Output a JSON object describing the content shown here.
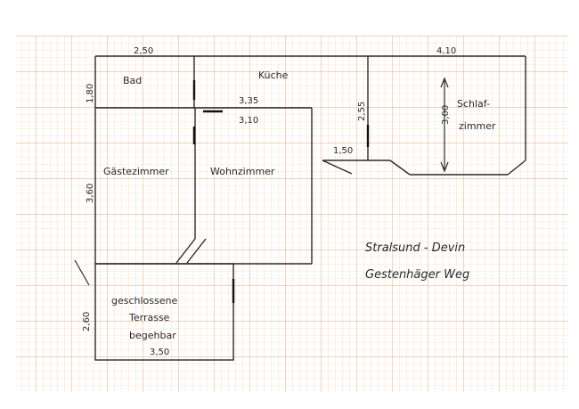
{
  "plan": {
    "rooms": {
      "bad": "Bad",
      "kueche": "Küche",
      "schlafzimmer_line1": "Schlaf-",
      "schlafzimmer_line2": "zimmer",
      "gaestezimmer": "Gästezimmer",
      "wohnzimmer": "Wohnzimmer",
      "terrasse_line1": "geschlossene",
      "terrasse_line2": "Terrasse",
      "terrasse_line3": "begehbar"
    },
    "dimensions": {
      "top_left_width": "2,50",
      "top_right_width": "4,10",
      "bad_height": "1,80",
      "wohn_width_upper": "3,35",
      "wohn_width_lower": "3,10",
      "kueche_height": "2,55",
      "schlaf_height": "3,00",
      "passage_width": "1,50",
      "gaeste_height": "3,60",
      "terrasse_height": "2,60",
      "terrasse_width": "3,50"
    },
    "notes": {
      "line1": "Stralsund - Devin",
      "line2": "Gestenhäger Weg"
    },
    "colors": {
      "grid_minor": "#f3c9a8",
      "grid_major": "#e6a47a",
      "ink": "#2a2a2a"
    }
  }
}
